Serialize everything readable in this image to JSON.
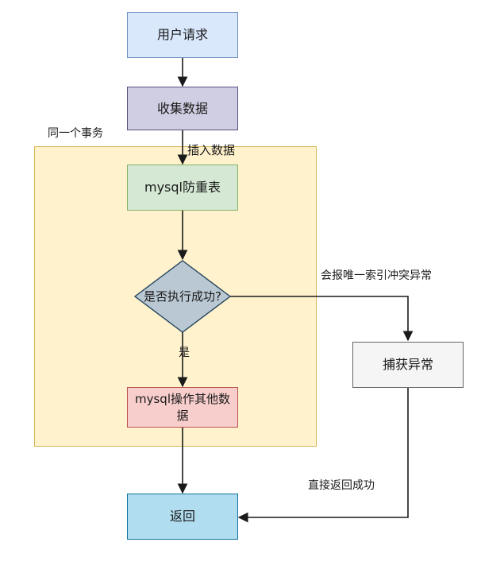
{
  "colors": {
    "request_fill": "#dae8fc",
    "request_stroke": "#6c8ebf",
    "collect_fill": "#d0cee2",
    "collect_stroke": "#56517e",
    "container_fill": "#fff2cc",
    "container_stroke": "#d6b656",
    "antidup_fill": "#d5e8d4",
    "antidup_stroke": "#82b366",
    "decision_fill": "#bac8d3",
    "decision_stroke": "#23445d",
    "ops_fill": "#f8cecc",
    "ops_stroke": "#b85450",
    "catch_fill": "#f5f5f5",
    "catch_stroke": "#666666",
    "return_fill": "#b1ddf0",
    "return_stroke": "#10739e",
    "edge": "#1a1a1a"
  },
  "nodes": {
    "user_request": "用户请求",
    "collect_data": "收集数据",
    "transaction_label": "同一个事务",
    "antidup_table": "mysql防重表",
    "decision": "是否执行成功?",
    "other_ops_line1": "mysql操作其他数",
    "other_ops_line2": "据",
    "catch_exception": "捕获异常",
    "return": "返回"
  },
  "edges": {
    "insert_data": "插入数据",
    "yes": "是",
    "unique_conflict": "会报唯一索引冲突异常",
    "return_success": "直接返回成功"
  }
}
